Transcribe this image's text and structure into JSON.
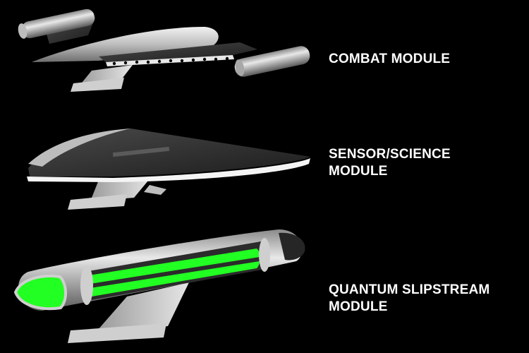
{
  "modules": [
    {
      "id": "combat",
      "lines": [
        "COMBAT MODULE"
      ]
    },
    {
      "id": "sensor",
      "lines": [
        "SENSOR/SCIENCE",
        "MODULE"
      ]
    },
    {
      "id": "quantum",
      "lines": [
        "QUANTUM SLIPSTREAM",
        "MODULE"
      ]
    }
  ],
  "colors": {
    "background": "#000000",
    "text": "#ffffff",
    "hull_light": "#d9d9d9",
    "hull_dark": "#2e2e2e",
    "slipstream_green": "#22ff22"
  }
}
